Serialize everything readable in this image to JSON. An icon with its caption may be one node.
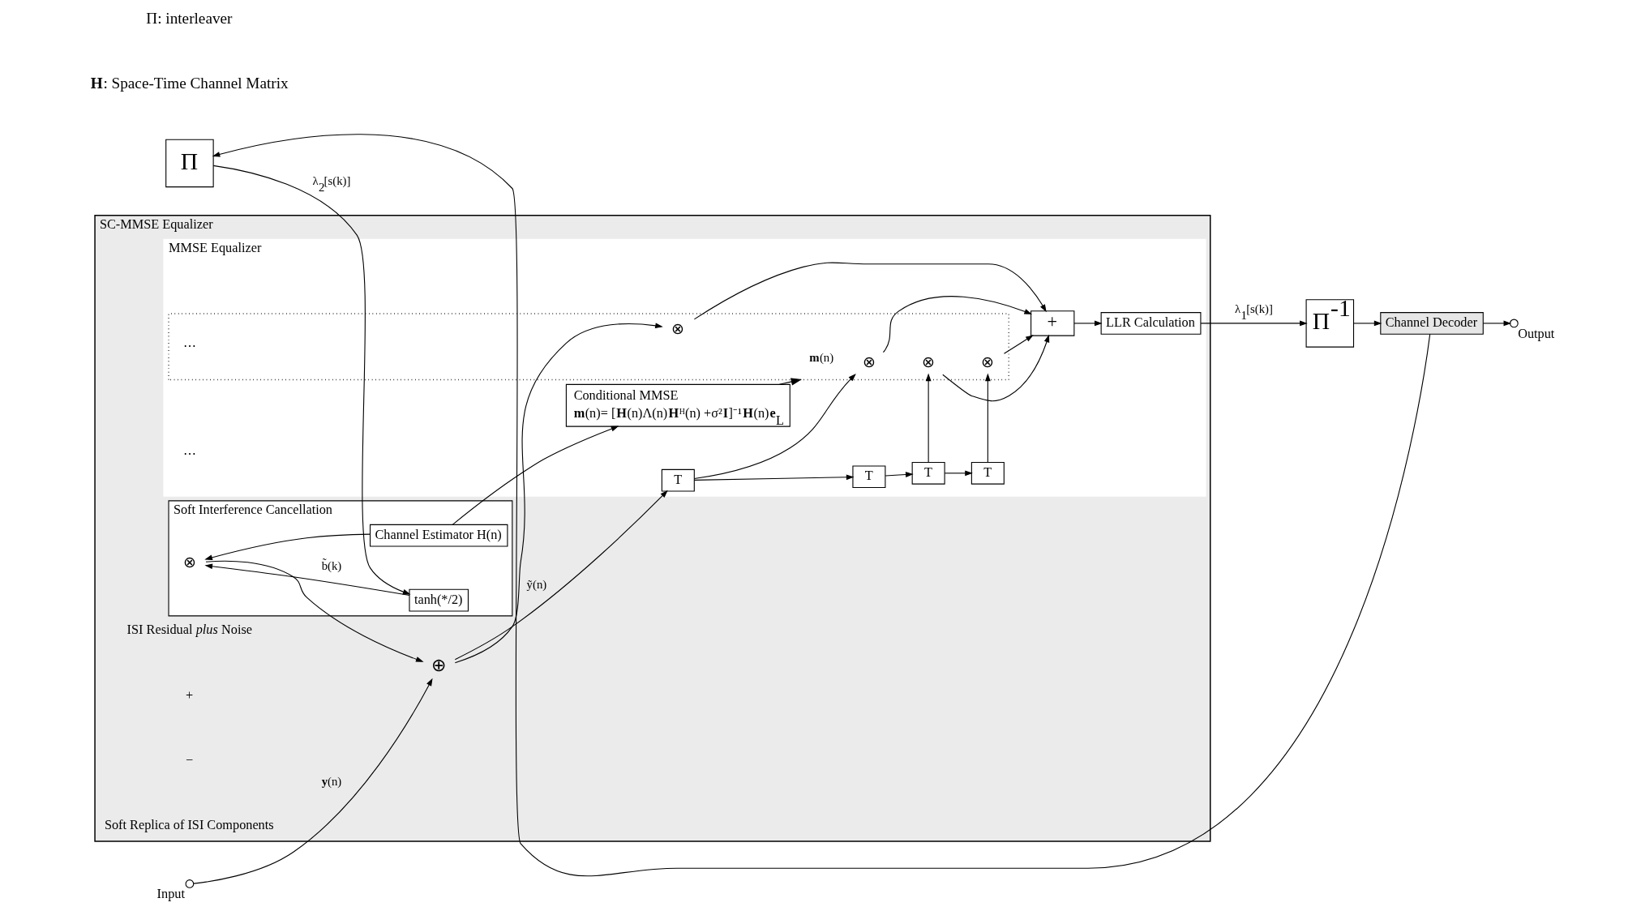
{
  "diagram": {
    "nodes": [
      {
        "text": [
          "SC-MMSE Equalizer"
        ]
      },
      {
        "text": [],
        "shape": "circle",
        "beside": [
          "Input"
        ]
      },
      {
        "text": [
          "⊕"
        ],
        "in": 0
      },
      {
        "text": [
          "MMSE Equalizer"
        ],
        "in": 0
      },
      {
        "text": [
          "T"
        ],
        "in": 3
      },
      {
        "text": [
          "T"
        ],
        "in": 3
      },
      {
        "text": [
          "T"
        ],
        "in": 3
      },
      {
        "text": [
          "T"
        ],
        "in": 3
      },
      {
        "text": [],
        "shape": "box",
        "in": 3
      },
      {
        "text": [
          "⊗"
        ],
        "in": 8
      },
      {
        "text": [
          "⊗"
        ],
        "in": 8
      },
      {
        "text": [
          "⊗"
        ],
        "in": 8
      },
      {
        "text": [
          "⊗"
        ],
        "in": 8
      },
      {
        "text": [
          "+"
        ],
        "in": 3
      },
      {
        "text": [
          "Soft Interference Cancellation"
        ],
        "in": 0
      },
      {
        "text": [
          "⊗"
        ],
        "in": 14
      },
      {
        "text": [
          "tanh(*/2)"
        ],
        "in": 14
      },
      {
        "text": [
          "Channel Estimator H(n)"
        ],
        "in": 14
      },
      {
        "text": [
          "Conditional MMSE",
          "**m**(n)= [**H**(n)Λ(n)**H**ᴴ(n) +σ²**I**]⁻¹**H**(n)**e**$_{L}$"
        ],
        "in": 3
      },
      {
        "text": [
          "LLR Calculation"
        ],
        "in": 3
      },
      {
        "text": [
          "Π$^{-1}$"
        ]
      },
      {
        "text": [
          "Channel Decoder"
        ]
      },
      {
        "text": [],
        "shape": "circle",
        "beside": [
          "Output"
        ]
      },
      {
        "text": [
          "Π"
        ]
      }
    ],
    "edges": [
      {
        "from": 1,
        "to": 2,
        "arrow": "to",
        "label": "**y**(n)"
      },
      {
        "from": 2,
        "to": 4,
        "arrow": "to",
        "label": "ỹ(n)"
      },
      {
        "from": 4,
        "to": 5,
        "arrow": "to"
      },
      {
        "from": 5,
        "to": 6,
        "arrow": "to"
      },
      {
        "from": 6,
        "to": 7,
        "arrow": "to"
      },
      {
        "from": 2,
        "to": 9,
        "arrow": "to"
      },
      {
        "from": 4,
        "to": 10,
        "arrow": "to"
      },
      {
        "from": 6,
        "to": 11,
        "arrow": "to"
      },
      {
        "from": 7,
        "to": 12,
        "arrow": "to"
      },
      {
        "from": 9,
        "to": 13,
        "arrow": "to"
      },
      {
        "from": 10,
        "to": 13,
        "arrow": "to"
      },
      {
        "from": 11,
        "to": 13,
        "arrow": "to"
      },
      {
        "from": 12,
        "to": 13,
        "arrow": "to"
      },
      {
        "from": 13,
        "to": 19,
        "arrow": "to"
      },
      {
        "from": 19,
        "to": 20,
        "arrow": "to",
        "label": "λ$_{1}$[s(k)]"
      },
      {
        "from": 20,
        "to": 21,
        "arrow": "to"
      },
      {
        "from": 21,
        "to": 22,
        "arrow": "to"
      },
      {
        "from": 21,
        "to": 23,
        "arrow": "to"
      },
      {
        "from": 23,
        "to": 16,
        "arrow": "to",
        "label": "λ$_{2}$[s(k)]"
      },
      {
        "from": 16,
        "to": 15,
        "arrow": "to",
        "label": "b̃(k)"
      },
      {
        "from": 17,
        "to": 15,
        "arrow": "to"
      },
      {
        "from": 15,
        "to": 2,
        "arrow": "to"
      },
      {
        "from": 17,
        "to": 18,
        "arrow": "to"
      },
      {
        "from": 18,
        "to": 8,
        "arrow": "to",
        "label": "**m**(n)"
      }
    ],
    "labels": [
      "ISI Residual *plus* Noise",
      "+",
      "−",
      "Soft Replica of ISI Components",
      "⋯",
      "⋯",
      "**H**: Space-Time Channel Matrix",
      "Π: interleaver"
    ]
  }
}
